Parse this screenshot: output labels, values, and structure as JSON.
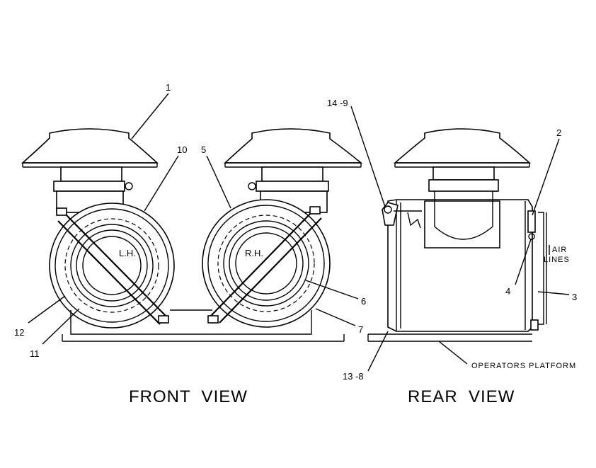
{
  "titles": {
    "front": "FRONT  VIEW",
    "rear": "REAR  VIEW"
  },
  "side_labels": {
    "lh": "L.H.",
    "rh": "R.H."
  },
  "annotations": {
    "air": "AIR",
    "lines": "LINES",
    "platform": "OPERATORS  PLATFORM"
  },
  "callouts": {
    "c1": "1",
    "c2": "2",
    "c3": "3",
    "c4": "4",
    "c5": "5",
    "c6": "6",
    "c7": "7",
    "c10": "10",
    "c11": "11",
    "c12": "12",
    "c13_8": "13 -8",
    "c14_9": "14 -9"
  }
}
